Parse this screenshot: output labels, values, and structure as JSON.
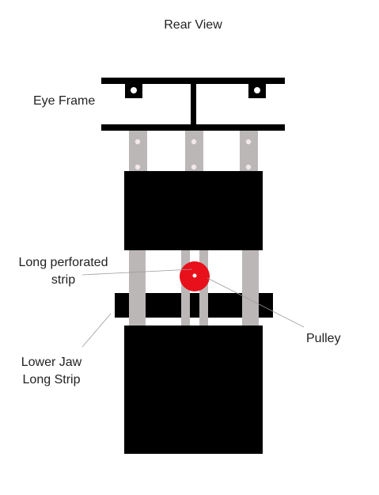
{
  "title": "Rear View",
  "labels": {
    "eye_frame": "Eye Frame",
    "long_perforated_strip_line1": "Long perforated",
    "long_perforated_strip_line2": "strip",
    "pulley": "Pulley",
    "lower_jaw_line1": "Lower Jaw",
    "lower_jaw_line2": "Long Strip"
  },
  "colors": {
    "frame": "#000000",
    "block": "#000000",
    "strip": "#bcb7b7",
    "hole": "#f2e8e8",
    "pulley": "#e8101a",
    "pulley_center": "#ffffff",
    "leader": "#9a9a9a"
  }
}
